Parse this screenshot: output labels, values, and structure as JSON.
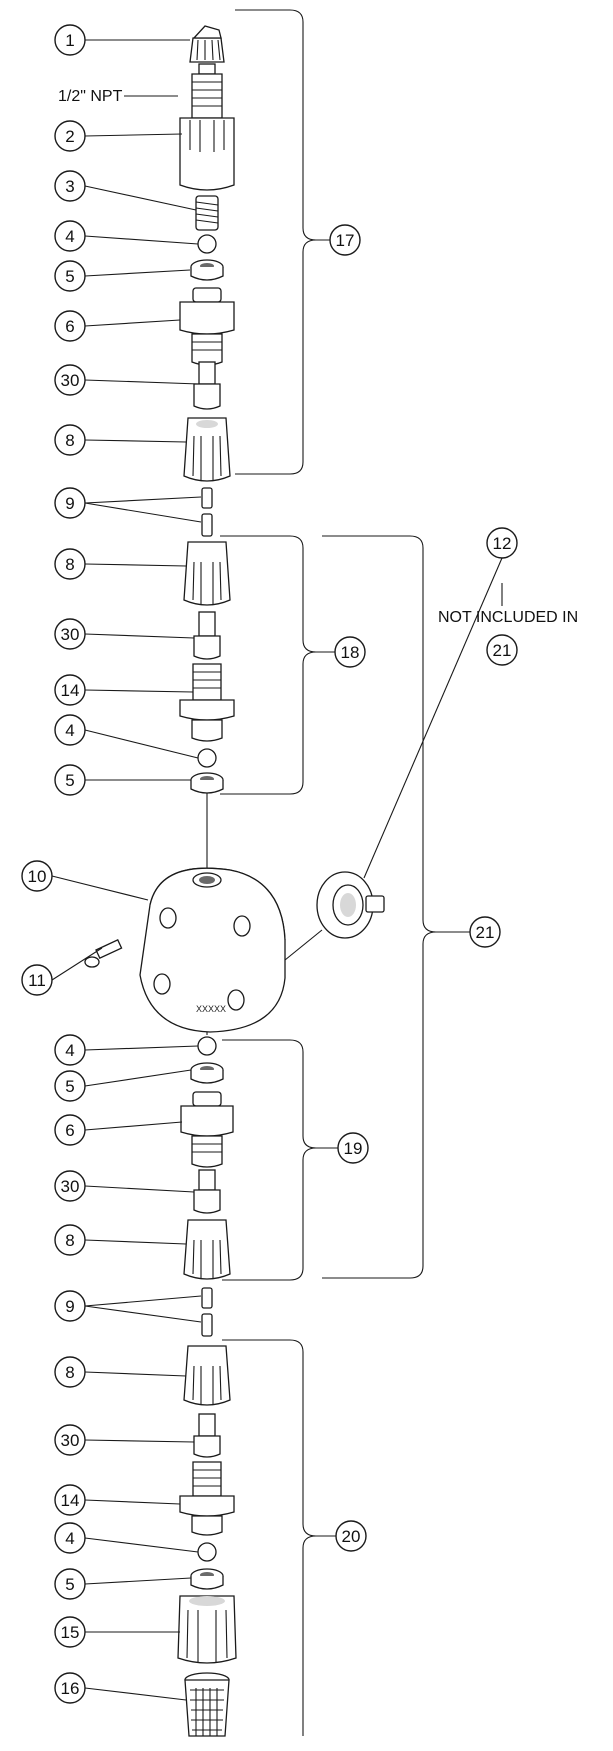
{
  "diagram": {
    "pipe_thread_label": "1/2\" NPT",
    "mark_text": "XXXXX",
    "note_text": "NOT INCLUDED IN",
    "callouts": {
      "c1": "1",
      "c2": "2",
      "c3": "3",
      "c4a": "4",
      "c5a": "5",
      "c6a": "6",
      "c30a": "30",
      "c8a": "8",
      "c9a": "9",
      "c8b": "8",
      "c30b": "30",
      "c14a": "14",
      "c4b": "4",
      "c5b": "5",
      "c10": "10",
      "c11": "11",
      "c12": "12",
      "c21note": "21",
      "c4c": "4",
      "c5c": "5",
      "c6b": "6",
      "c30c": "30",
      "c8c": "8",
      "c9b": "9",
      "c8d": "8",
      "c30d": "30",
      "c14b": "14",
      "c4d": "4",
      "c5d": "5",
      "c15": "15",
      "c16": "16",
      "c17": "17",
      "c18": "18",
      "c19": "19",
      "c20": "20",
      "c21": "21"
    }
  }
}
